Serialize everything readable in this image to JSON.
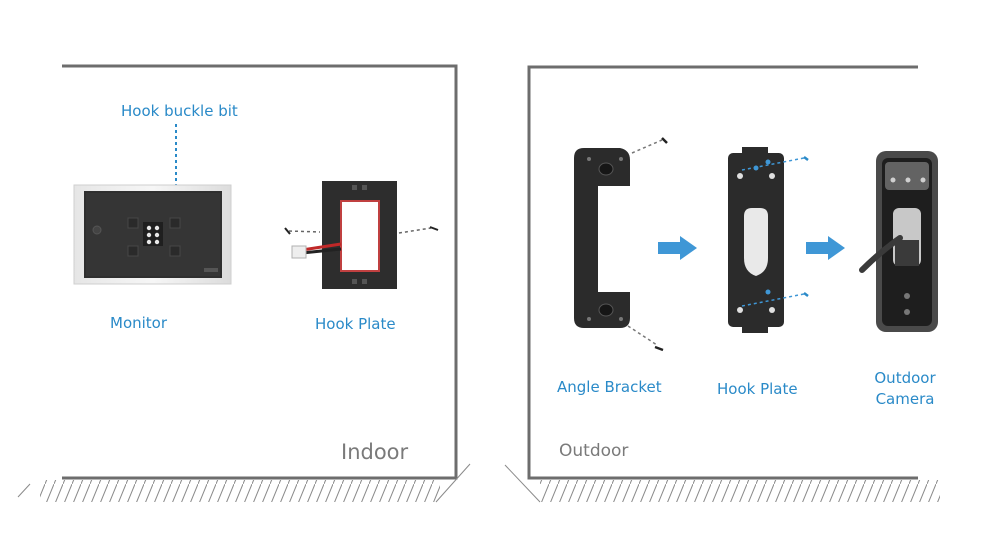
{
  "indoor": {
    "title": "Indoor",
    "hook_buckle_label": "Hook buckle bit",
    "monitor_label": "Monitor",
    "hook_plate_label": "Hook Plate"
  },
  "outdoor": {
    "title": "Outdoor",
    "angle_bracket_label": "Angle Bracket",
    "hook_plate_label": "Hook Plate",
    "camera_label_line1": "Outdoor",
    "camera_label_line2": "Camera"
  },
  "colors": {
    "label": "#2a8ac8",
    "arrow": "#3f97d6",
    "frame": "#6d6d6d",
    "title": "#7a7a7a"
  }
}
